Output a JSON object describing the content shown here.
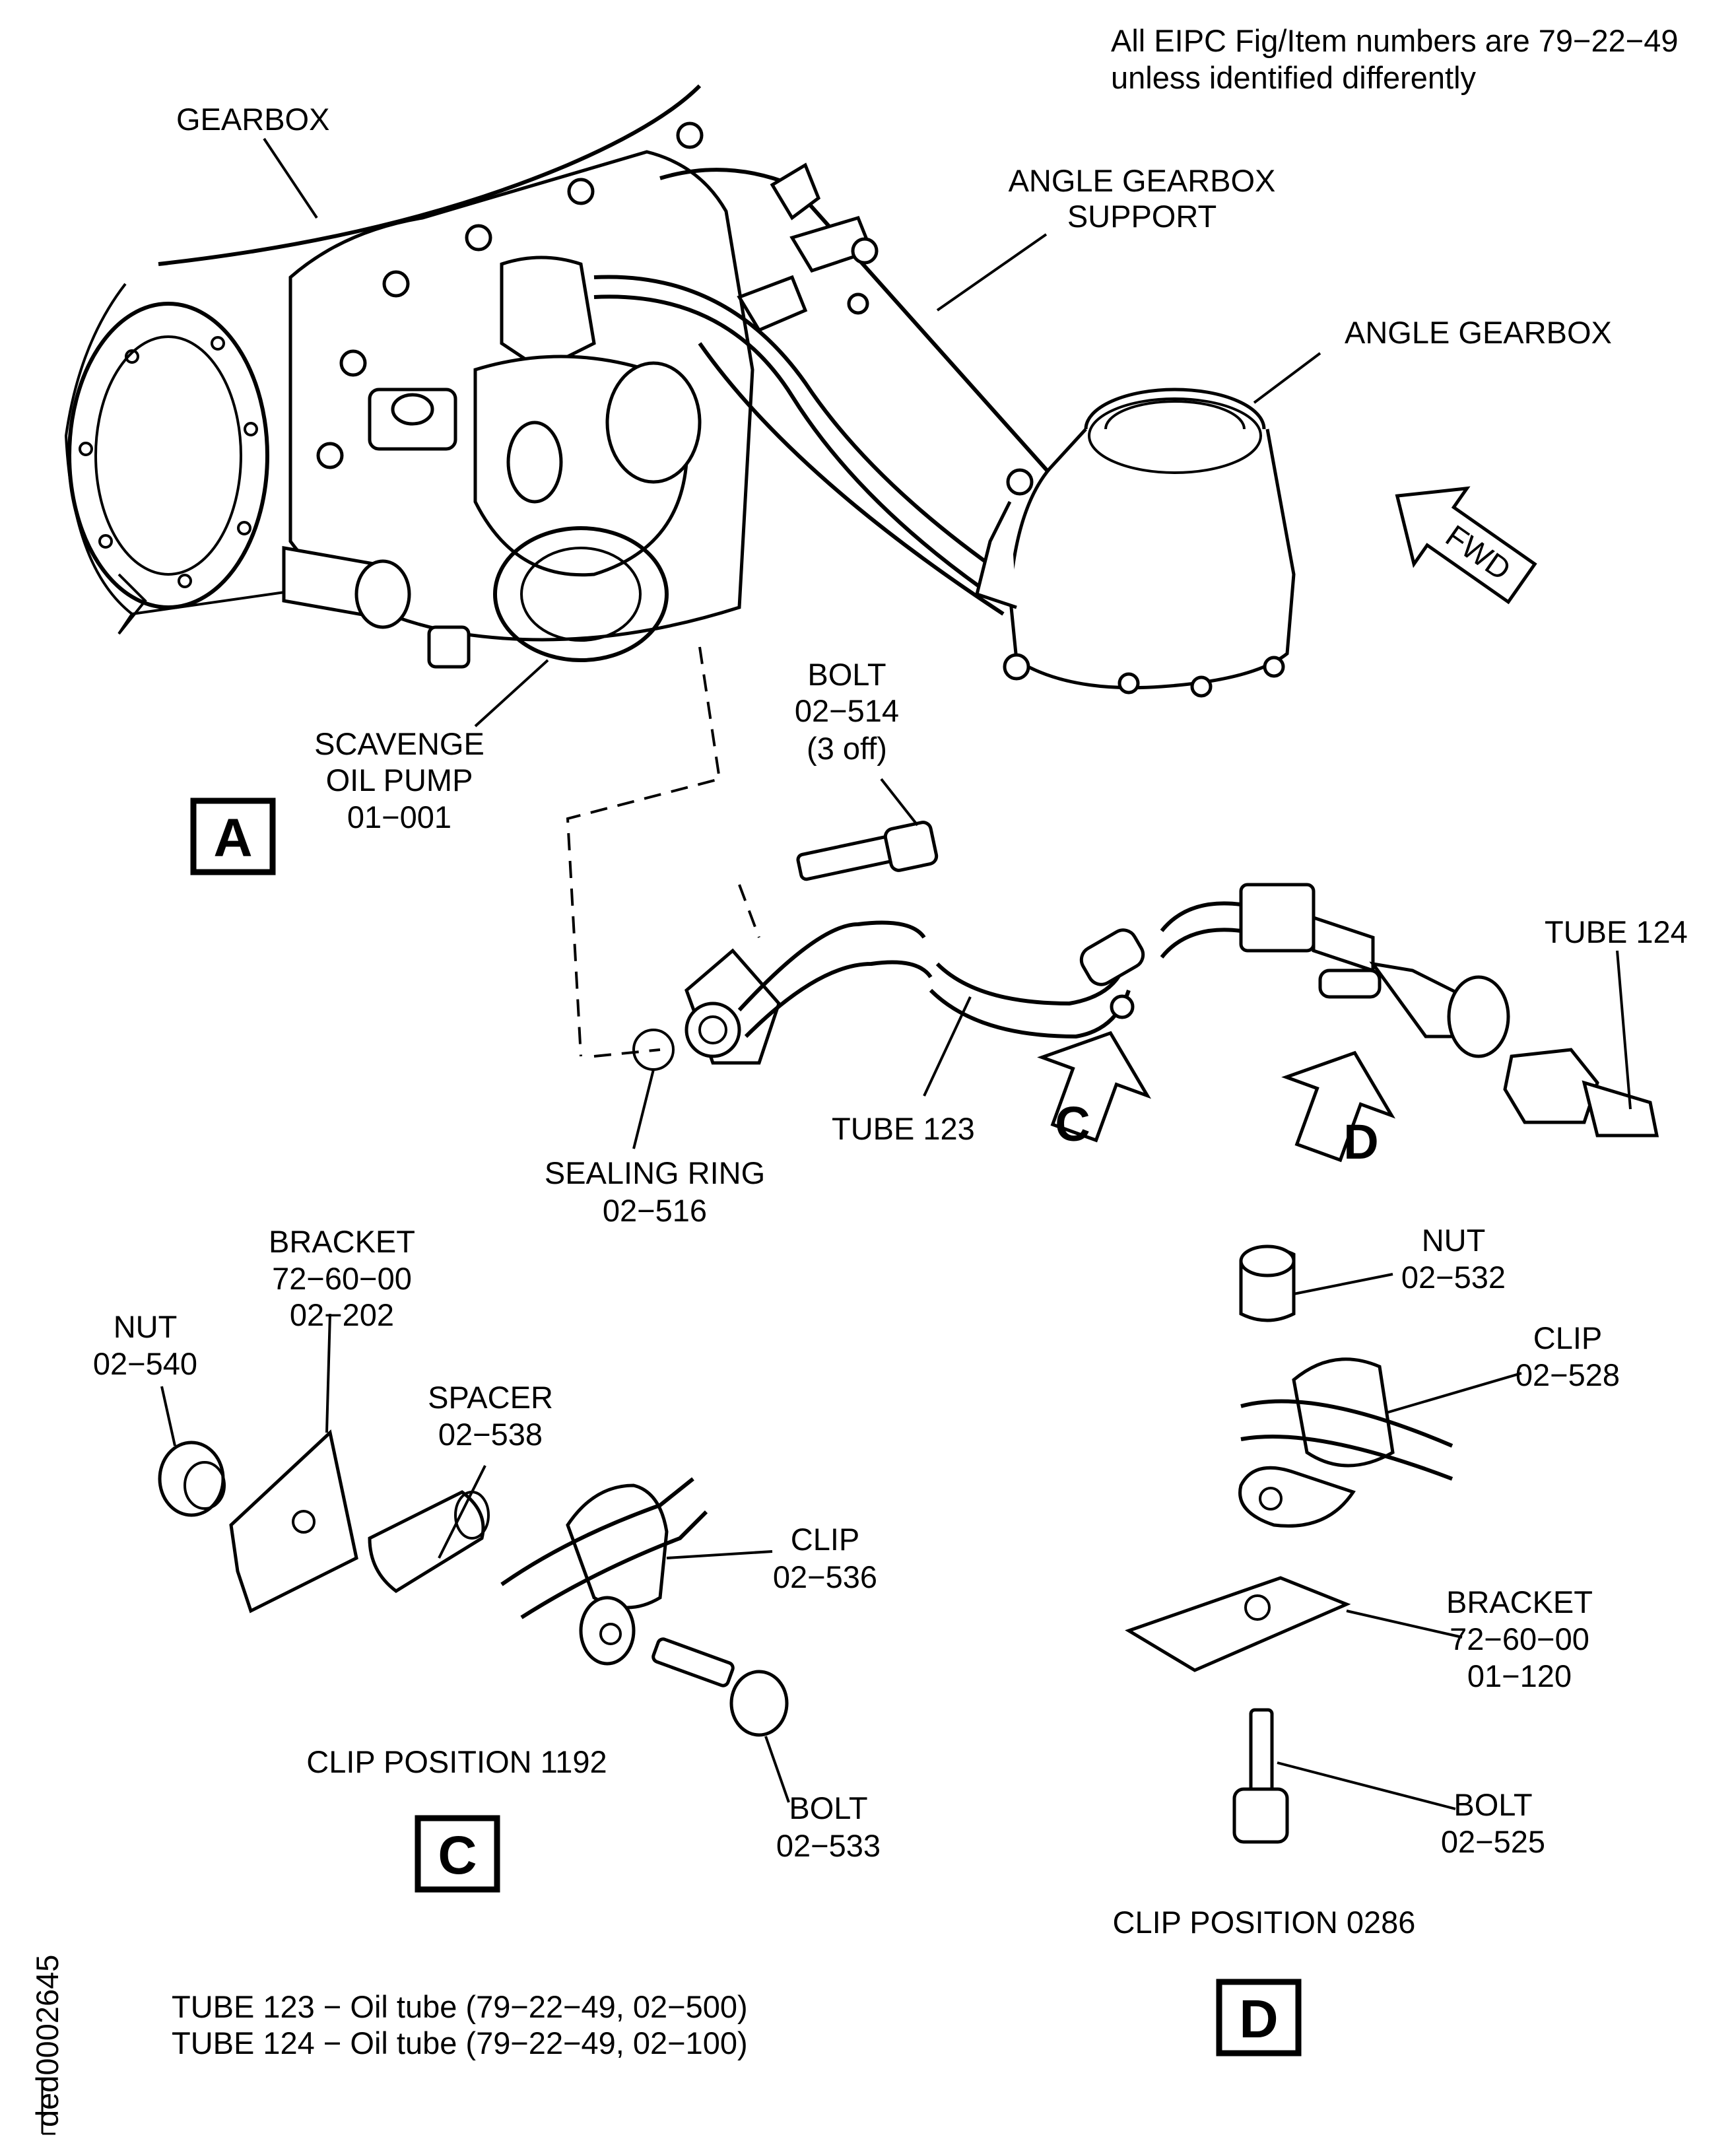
{
  "note": {
    "line1": "All EIPC Fig/Item numbers are 79−22−49",
    "line2": "unless identified differently"
  },
  "labels": {
    "gearbox": "GEARBOX",
    "angle_gearbox_support_1": "ANGLE GEARBOX",
    "angle_gearbox_support_2": "SUPPORT",
    "angle_gearbox": "ANGLE GEARBOX",
    "fwd": "FWD",
    "scavenge_1": "SCAVENGE",
    "scavenge_2": "OIL PUMP",
    "scavenge_3": "01−001",
    "bolt_top_1": "BOLT",
    "bolt_top_2": "02−514",
    "bolt_top_3": "(3 off)",
    "tube124": "TUBE 124",
    "tube123": "TUBE 123",
    "sealing_1": "SEALING RING",
    "sealing_2": "02−516",
    "arrow_c": "C",
    "arrow_d": "D",
    "bracket_c_1": "BRACKET",
    "bracket_c_2": "72−60−00",
    "bracket_c_3": "02−202",
    "nut_c_1": "NUT",
    "nut_c_2": "02−540",
    "spacer_1": "SPACER",
    "spacer_2": "02−538",
    "clip_c_1": "CLIP",
    "clip_c_2": "02−536",
    "bolt_c_1": "BOLT",
    "bolt_c_2": "02−533",
    "clip_pos_c": "CLIP POSITION 1192",
    "nut_d_1": "NUT",
    "nut_d_2": "02−532",
    "clip_d_1": "CLIP",
    "clip_d_2": "02−528",
    "bracket_d_1": "BRACKET",
    "bracket_d_2": "72−60−00",
    "bracket_d_3": "01−120",
    "bolt_d_1": "BOLT",
    "bolt_d_2": "02−525",
    "clip_pos_d": "CLIP POSITION 0286"
  },
  "view_boxes": {
    "a": "A",
    "c": "C",
    "d": "D"
  },
  "footnotes": {
    "tube123": "TUBE 123 − Oil tube (79−22−49, 02−500)",
    "tube124": "TUBE 124 − Oil tube (79−22−49, 02−100)"
  },
  "drawing_id": "ded0002645"
}
